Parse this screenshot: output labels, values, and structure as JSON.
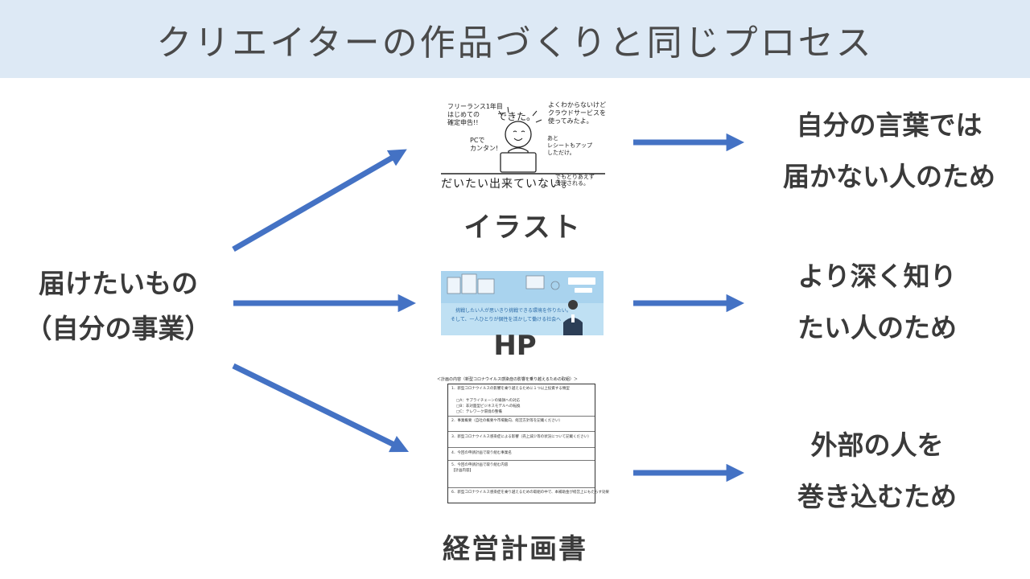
{
  "header": {
    "title": "クリエイターの作品づくりと同じプロセス"
  },
  "source": {
    "lines": [
      "届けたいもの",
      "（自分の事業）"
    ]
  },
  "outputs": [
    {
      "label": "イラスト"
    },
    {
      "label": "HP"
    },
    {
      "label": "経営計画書"
    }
  ],
  "results": [
    {
      "lines": [
        "自分の言葉では",
        "届かない人のため"
      ]
    },
    {
      "lines": [
        "より深く知り",
        "たい人のため"
      ]
    },
    {
      "lines": [
        "外部の人を",
        "巻き込むため"
      ]
    }
  ],
  "illustration_thumb": {
    "note_left": [
      "フリーランス1年目",
      "はじめての",
      "確定申告!!"
    ],
    "speech": "できた。",
    "note_right": [
      "よくわからないけど",
      "クラウドサービスを",
      "使ってみたよ。"
    ],
    "note_pc": [
      "PCで",
      "カンタン!"
    ],
    "note_side": [
      "あと",
      "レシートもアップ",
      "しただけ。"
    ],
    "bottom": "だいたい出来ていない。",
    "bottom_small": [
      "でもとりあえず",
      "受理される。"
    ]
  },
  "hp_thumb": {
    "line1": "挑戦したい人が思いきり挑戦できる環境を作りたい。",
    "line2": "そして、一人ひとりが個性を活かして働ける社会へ"
  },
  "plan_thumb": {
    "heading": "＜計画の内容（新型コロナウイルス感染症の影響を乗り越えるための取組）＞",
    "items": [
      "1．新型コロナウイルスの影響を乗り越えるために１つ以上投資する類型",
      "□A：サプライチェーンの毀損への対応",
      "□B：非対面型ビジネスモデルへの転換",
      "□C：テレワーク環境の整備",
      "2．事業概要（自社の概要や市場動向、経営方針等を記載ください）",
      "3．新型コロナウイルス感染症による影響（売上減少等の状況について記載ください）",
      "4．今回の申請計画で取り組む事業名",
      "5．今回の申請計画で取り組む内容",
      "【計画内容】",
      "6．新型コロナウイルス感染症を乗り越えるための取組の中で、本補助金が経営上にもたらす効果"
    ]
  },
  "colors": {
    "arrow": "#4472c4",
    "header_bg": "#dde9f5"
  }
}
